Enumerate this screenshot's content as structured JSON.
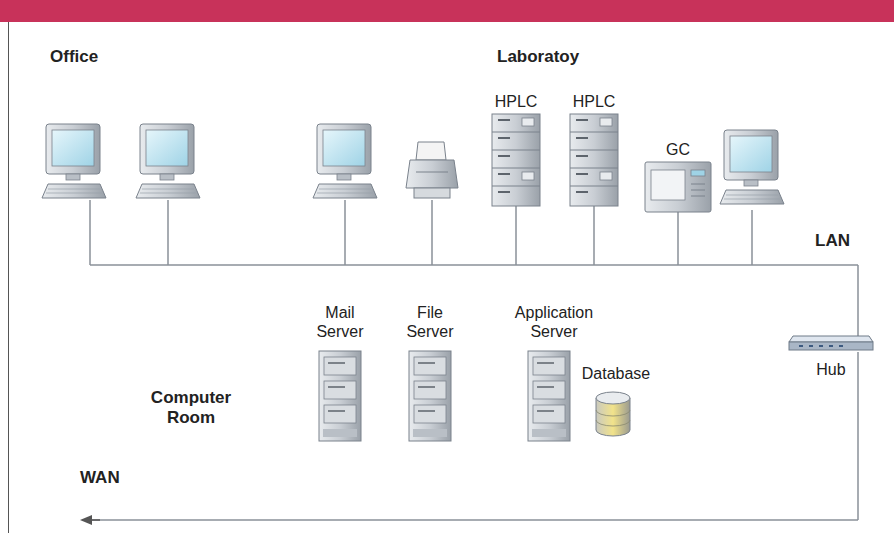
{
  "diagram": {
    "nodes": [
      {
        "text": [
          "HPLC"
        ]
      },
      {
        "text": [
          "HPLC"
        ]
      },
      {
        "text": [
          "GC"
        ]
      },
      {
        "text": [
          "Mail Server"
        ]
      },
      {
        "text": [
          "File Server"
        ]
      },
      {
        "text": [
          "Application Server"
        ]
      },
      {
        "text": [
          "Database"
        ]
      },
      {
        "text": [
          "Hub"
        ]
      }
    ],
    "labels": [
      "Office",
      "Laboratoy",
      "LAN",
      "Computer Room",
      "WAN"
    ]
  }
}
